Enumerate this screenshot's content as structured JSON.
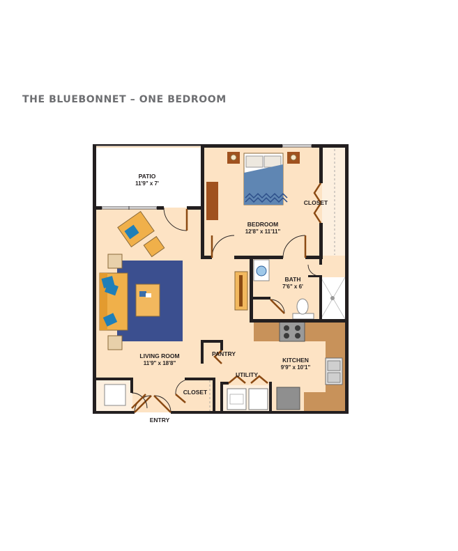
{
  "title": "THE BLUEBONNET – ONE BEDROOM",
  "rooms": {
    "patio": {
      "name": "PATIO",
      "dims": "11'9\" x 7'"
    },
    "bedroom": {
      "name": "BEDROOM",
      "dims": "12'8\" x 11'11\""
    },
    "bedroom_closet": {
      "name": "CLOSET"
    },
    "bath": {
      "name": "BATH",
      "dims": "7'6\" x 6'"
    },
    "living_room": {
      "name": "LIVING ROOM",
      "dims": "11'9\" x 18'8\""
    },
    "pantry": {
      "name": "PANTRY"
    },
    "utility": {
      "name": "UTILITY"
    },
    "kitchen": {
      "name": "KITCHEN",
      "dims": "9'9\" x 10'1\""
    },
    "entry_closet": {
      "name": "CLOSET"
    },
    "entry": {
      "name": "ENTRY"
    }
  },
  "colors": {
    "wall": "#231f20",
    "floor": "#fde3c4",
    "closet_floor": "#fdf0e0",
    "patio": "#ffffff",
    "rug": "#3b4f8f",
    "counter": "#c8925a",
    "bedspread": "#5f86b3",
    "wood": "#a0521f",
    "door_leaf": "#8b4a13",
    "sofa": "#f0b04a",
    "pillow": "#1f7fb8"
  }
}
